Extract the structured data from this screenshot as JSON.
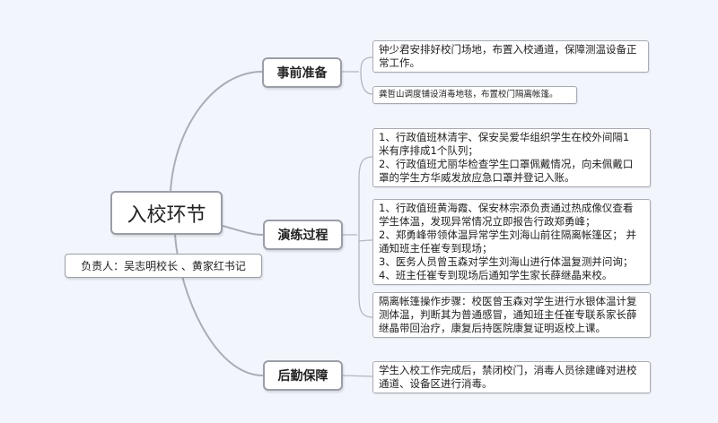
{
  "root": {
    "title": "入校环节",
    "owner": "负责人：吴志明校长 、黄家红书记"
  },
  "topics": [
    {
      "label": "事前准备",
      "leaves": [
        {
          "lines": [
            "钟少君安排好校门场地，布置入校通道，保障测温设备正",
            "常工作。"
          ]
        },
        {
          "lines": [
            "龚哲山调度铺设消毒地毯，布置校门隔离帐篷。"
          ]
        }
      ]
    },
    {
      "label": "演练过程",
      "leaves": [
        {
          "lines": [
            "1、行政值班林清宇、保安吴爱华组织学生在校外间隔1",
            "米有序排成1个队列；",
            "2、行政值班尤丽华检查学生口罩佩戴情况，向未佩戴口",
            "罩的学生方华威发放应急口罩并登记入账。"
          ]
        },
        {
          "lines": [
            "1、行政值班黄海霞、保安林宗添负责通过热成像仪查看",
            "学生体温，发现异常情况立即报告行政郑勇峰；",
            "2、郑勇峰带领体温异常学生刘海山前往隔离帐篷区； 并",
            "通知班主任崔专到现场；",
            "3、医务人员曾玉森对学生刘海山进行体温复测并问询；",
            "4、班主任崔专到现场后通知学生家长薛继晶来校。"
          ]
        },
        {
          "lines": [
            "隔离帐篷操作步骤：校医曾玉森对学生进行水银体温计复",
            "测体温，判断其为普通感冒，通知班主任崔专联系家长薛",
            "继晶带回治疗，康复后持医院康复证明返校上课。"
          ]
        }
      ]
    },
    {
      "label": "后勤保障",
      "leaves": [
        {
          "lines": [
            "学生入校工作完成后，禁闭校门，消毒人员徐建峰对进校",
            "通道、设备区进行消毒。"
          ]
        }
      ]
    }
  ]
}
